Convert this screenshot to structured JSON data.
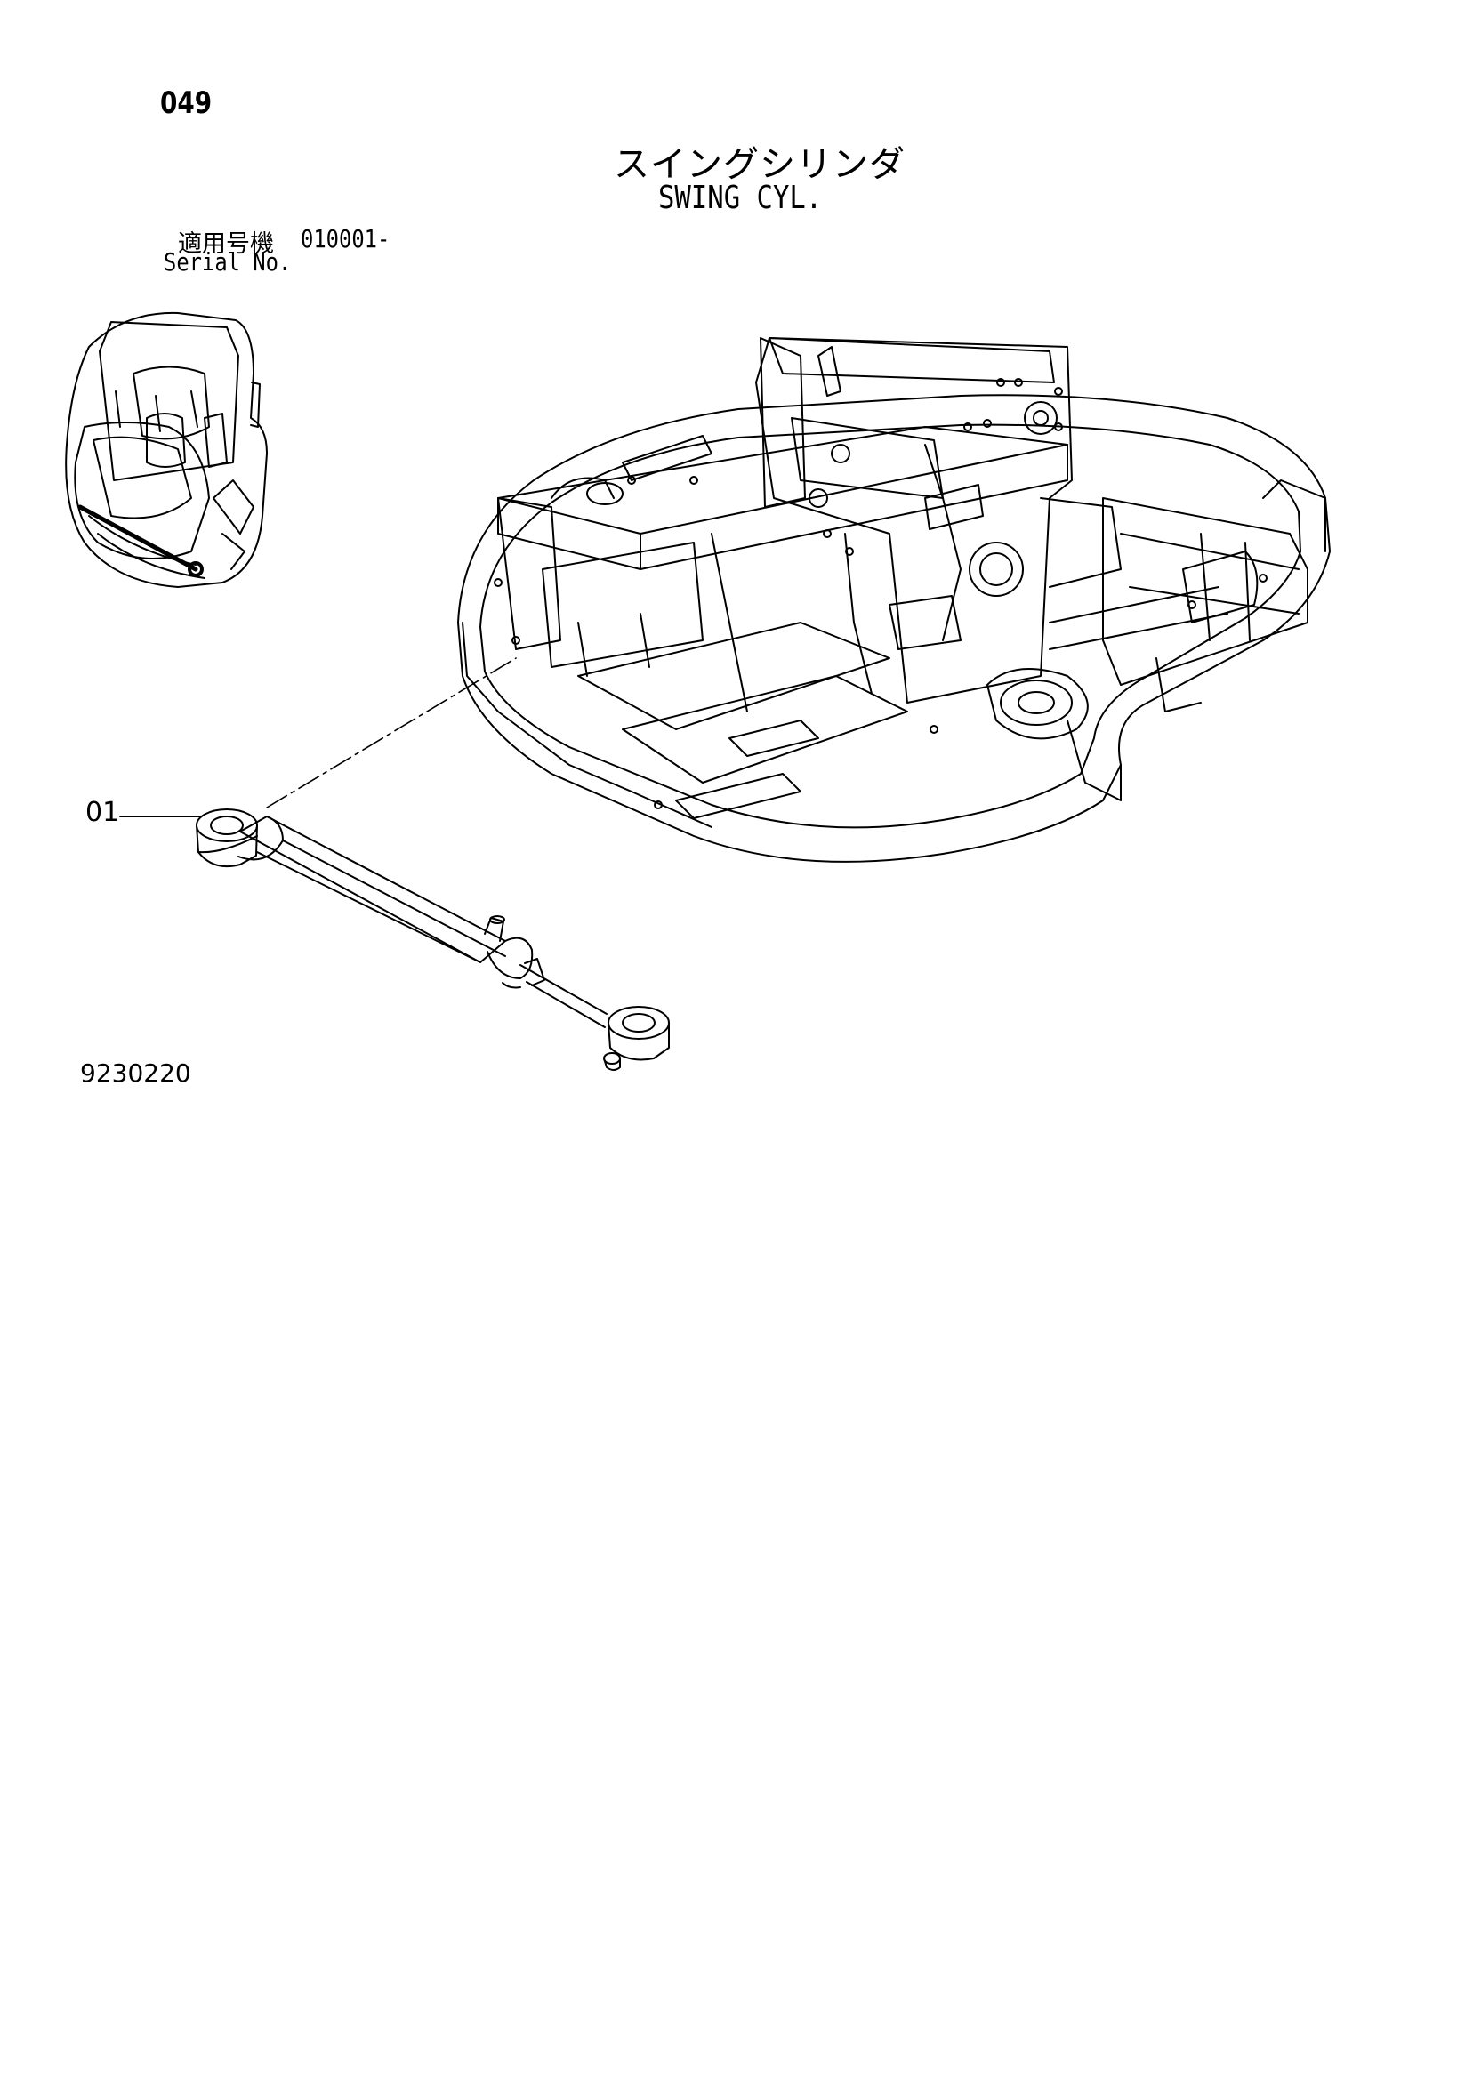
{
  "page_number": "049",
  "title_japanese": "スイングシリンダ",
  "title_english": "SWING CYL.",
  "serial": {
    "label_japanese": "適用号機",
    "label_english": "Serial No.",
    "value": "010001-"
  },
  "callouts": [
    {
      "label": "01"
    }
  ],
  "figure_number": "9230220"
}
